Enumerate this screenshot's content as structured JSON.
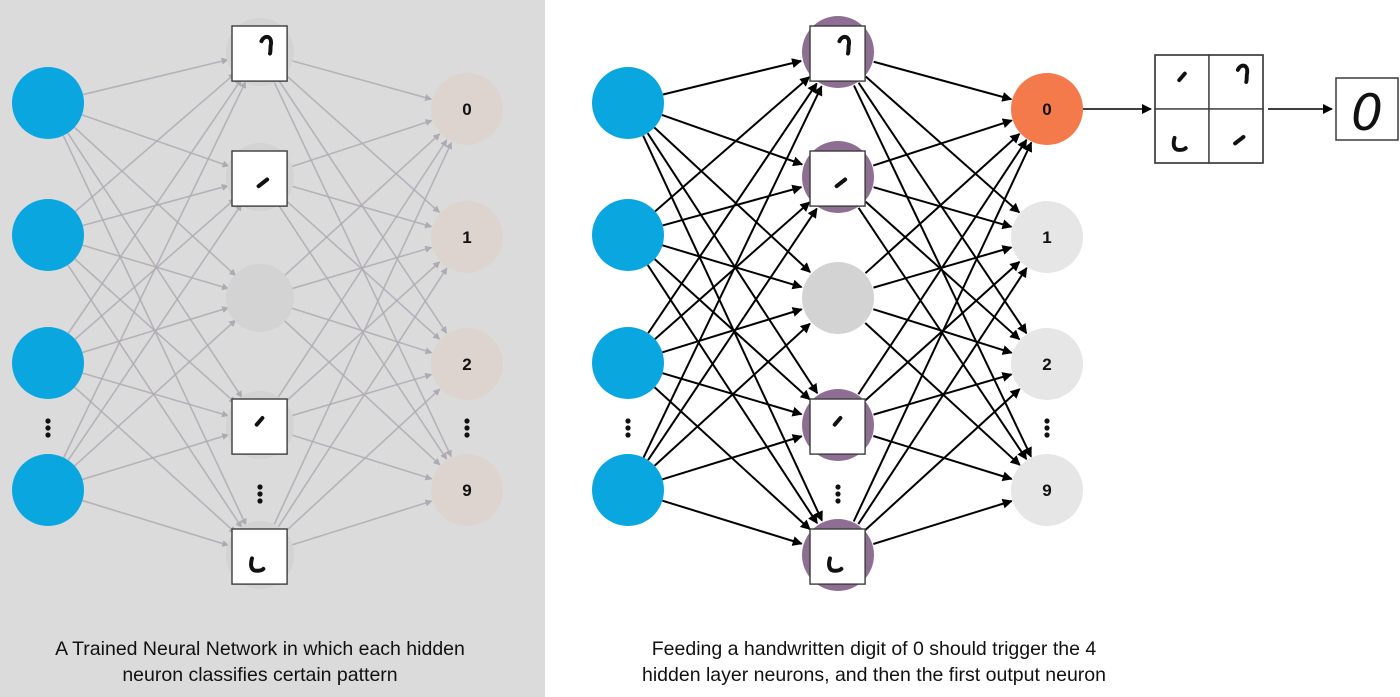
{
  "colors": {
    "left_background": "#dcdbdb",
    "input_neuron": "#0aa6e0",
    "hidden_neuron_inactive": "#d3d3d3",
    "hidden_neuron_active": "#8e6e92",
    "output_neuron_inactive": "#ddd4d0",
    "output_neuron_plain": "#e6e6e6",
    "output_neuron_active": "#f47a4c",
    "edge_faded": "#aeaab4",
    "edge_bold": "#000000"
  },
  "networks": [
    {
      "id": "trained",
      "style": "faded",
      "inputs": {
        "count": 4,
        "ellipsis": "⋮"
      },
      "hidden": {
        "ellipsis": "⋮",
        "neurons": [
          {
            "pattern": "hook",
            "active": false
          },
          {
            "pattern": "diagonal-stroke",
            "active": false
          },
          {
            "pattern": "none",
            "active": false
          },
          {
            "pattern": "small-stroke",
            "active": false
          },
          {
            "pattern": "curve",
            "active": false
          }
        ]
      },
      "outputs": {
        "ellipsis": "⋮",
        "neurons": [
          {
            "label": "0",
            "active": false
          },
          {
            "label": "1",
            "active": false
          },
          {
            "label": "2",
            "active": false
          },
          {
            "label": "9",
            "active": false
          }
        ]
      }
    },
    {
      "id": "feeding",
      "style": "bold",
      "inputs": {
        "count": 4,
        "ellipsis": "⋮"
      },
      "hidden": {
        "ellipsis": "⋮",
        "neurons": [
          {
            "pattern": "hook",
            "active": true
          },
          {
            "pattern": "diagonal-stroke",
            "active": true
          },
          {
            "pattern": "none",
            "active": false
          },
          {
            "pattern": "small-stroke",
            "active": true
          },
          {
            "pattern": "curve",
            "active": true
          }
        ]
      },
      "outputs": {
        "ellipsis": "⋮",
        "neurons": [
          {
            "label": "0",
            "active": true
          },
          {
            "label": "1",
            "active": false
          },
          {
            "label": "2",
            "active": false
          },
          {
            "label": "9",
            "active": false
          }
        ]
      }
    }
  ],
  "composite": {
    "quadrants": [
      "small-stroke",
      "hook",
      "curve",
      "diagonal-stroke"
    ],
    "result_digit": "0"
  },
  "captions": {
    "left": [
      "A Trained Neural Network in which each hidden",
      "neuron classifies certain pattern"
    ],
    "right": [
      "Feeding a handwritten digit of 0 should trigger the 4",
      "hidden layer neurons, and then the first output neuron"
    ]
  }
}
